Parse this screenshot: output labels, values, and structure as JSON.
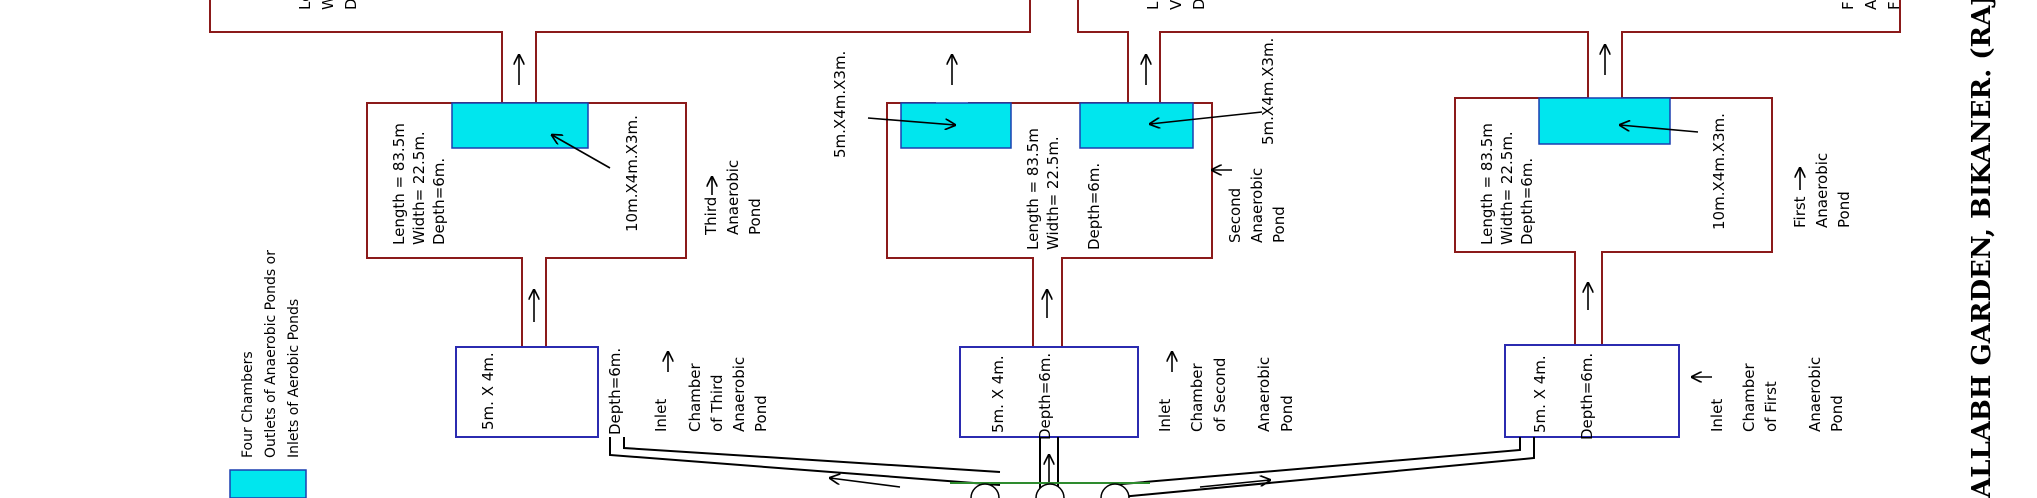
{
  "title": "ALLABH GARDEN, BIKANER. (RAJ",
  "legend": {
    "line1": "Four Chambers",
    "line2": "Outlets of Anaerobic Ponds or",
    "line3": "Inlets of Aerobic Ponds",
    "color": "#00e6ee"
  },
  "ponds": [
    {
      "id": "third",
      "dims": [
        "Length = 83.5m",
        "Width= 22.5m.",
        "Depth=6m."
      ],
      "chamber_label": "10m.X4m.X3m.",
      "name": [
        "Third",
        "Anaerobic",
        "Pond"
      ]
    },
    {
      "id": "second",
      "dims": [
        "Length = 83.5m",
        "Width= 22.5m.",
        "Depth=6m."
      ],
      "chamber_left_label": "5m.X4m.X3m.",
      "chamber_right_label": "5m.X4m.X3m.",
      "name": [
        "Second",
        "Anaerobic",
        "Pond"
      ]
    },
    {
      "id": "first",
      "dims": [
        "Length = 83.5m",
        "Width= 22.5m.",
        "Depth=6m."
      ],
      "chamber_label": "10m.X4m.X3m.",
      "name": [
        "First",
        "Anaerobic",
        "Pond"
      ]
    }
  ],
  "inlets": [
    {
      "id": "third",
      "size": "5m. X 4m.",
      "depth": "Depth=6m.",
      "name": [
        "Inlet",
        "Chamber",
        "of Third",
        "Anaerobic",
        "Pond"
      ]
    },
    {
      "id": "second",
      "size": "5m. X 4m.",
      "depth": "Depth=6m.",
      "name": [
        "Inlet",
        "Chamber",
        "of Second",
        "Anaerobic",
        "Pond"
      ]
    },
    {
      "id": "first",
      "size": "5m. X 4m.",
      "depth": "Depth=6m.",
      "name": [
        "Inlet",
        "Chamber",
        "of First",
        "Anaerobic",
        "Pond"
      ]
    }
  ],
  "top_partial": {
    "left": [
      "Le",
      "W",
      "D"
    ],
    "mid": [
      "L",
      "V",
      "D"
    ],
    "right": [
      "F",
      "A",
      "F"
    ]
  },
  "colors": {
    "pond_border": "#8b1a1a",
    "inlet_border": "#2b2bb0",
    "chamber_fill": "#00e6ee"
  }
}
